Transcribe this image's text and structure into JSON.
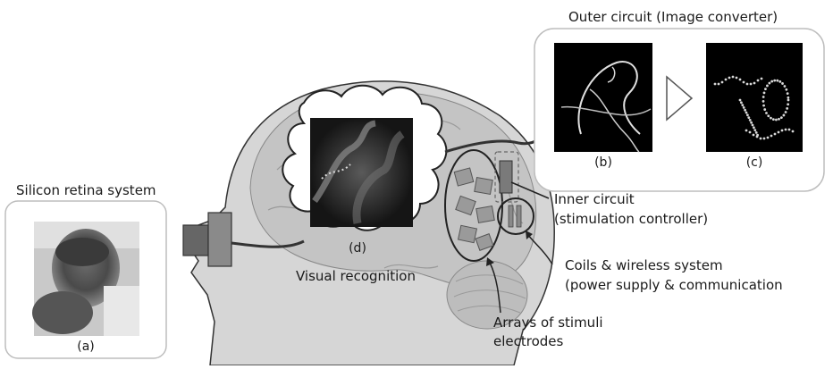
{
  "figure": {
    "labels": {
      "silicon_retina": "Silicon retina system",
      "outer_circuit": "Outer circuit (Image converter)",
      "inner_circuit_line1": "Inner circuit",
      "inner_circuit_line2": "(stimulation controller)",
      "coils_line1": "Coils & wireless system",
      "coils_line2": "(power supply & communication",
      "arrays_line1": "Arrays of stimuli",
      "arrays_line2": "electrodes",
      "visual_recognition": "Visual recognition"
    },
    "panel_tags": {
      "a": "(a)",
      "b": "(b)",
      "c": "(c)",
      "d": "(d)"
    }
  },
  "colors": {
    "outline": "#333333",
    "head_fill": "#d6d6d6",
    "brain_fill": "#c2c2c2",
    "camera_dark": "#555555",
    "camera_mid": "#8a8a8a",
    "panel_black": "#000000",
    "dots": "#d8d8d8"
  }
}
